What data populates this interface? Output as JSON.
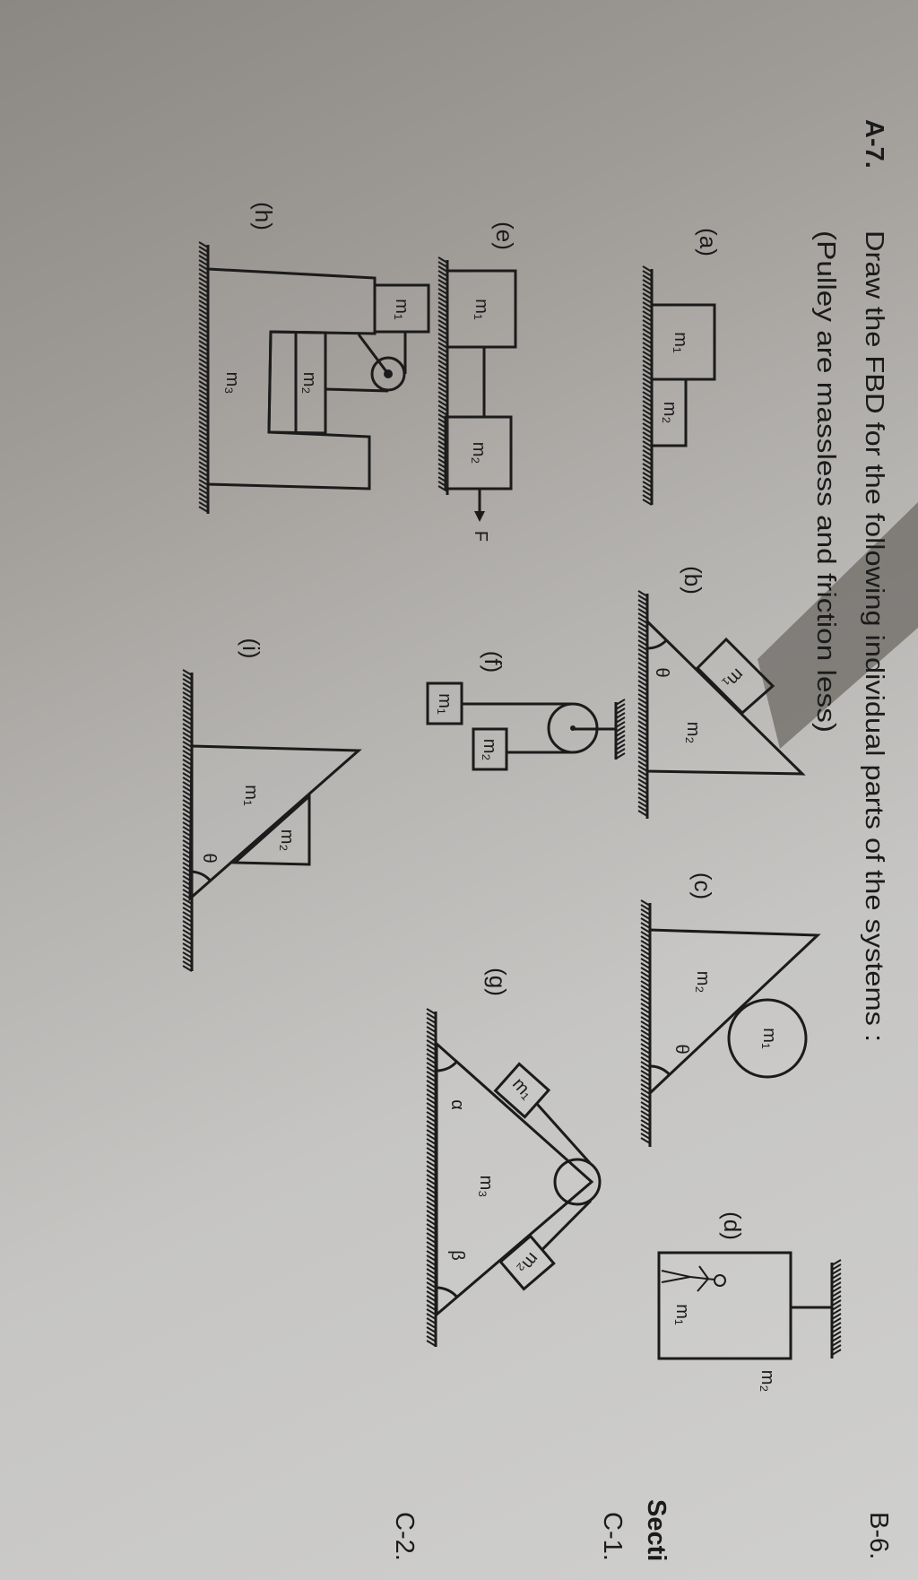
{
  "problem": {
    "number": "A-7.",
    "instruction": "Draw the FBD for the following individual parts of the systems :",
    "note": "(Pulley are massless and friction less)"
  },
  "margin_labels": {
    "b6": "B-6.",
    "section": "Secti",
    "c1": "C-1.",
    "c2": "C-2."
  },
  "figures": {
    "a": {
      "label": "(a)",
      "m1": "m₁",
      "m2": "m₂"
    },
    "b": {
      "label": "(b)",
      "m1": "m₁",
      "m2": "m₂",
      "angle": "θ"
    },
    "c": {
      "label": "(c)",
      "m1": "m₁",
      "m2": "m₂",
      "angle": "θ"
    },
    "d": {
      "label": "(d)",
      "m1": "m₁",
      "m2": "m₂"
    },
    "e": {
      "label": "(e)",
      "m1": "m₁",
      "m2": "m₂",
      "force": "F"
    },
    "f": {
      "label": "(f)",
      "m1": "m₁",
      "m2": "m₂"
    },
    "g": {
      "label": "(g)",
      "m1": "m₁",
      "m2": "m₂",
      "m3": "m₃",
      "angle_left": "α",
      "angle_right": "β"
    },
    "h": {
      "label": "(h)",
      "m1": "m₁",
      "m2": "m₂",
      "m3": "m₃"
    },
    "i": {
      "label": "(i)",
      "m1": "m₁",
      "m2": "m₂",
      "angle": "θ"
    }
  },
  "colors": {
    "ink": "#1b1b1b",
    "paper": "#c6c5c3",
    "shadow": "#6e6a66"
  }
}
